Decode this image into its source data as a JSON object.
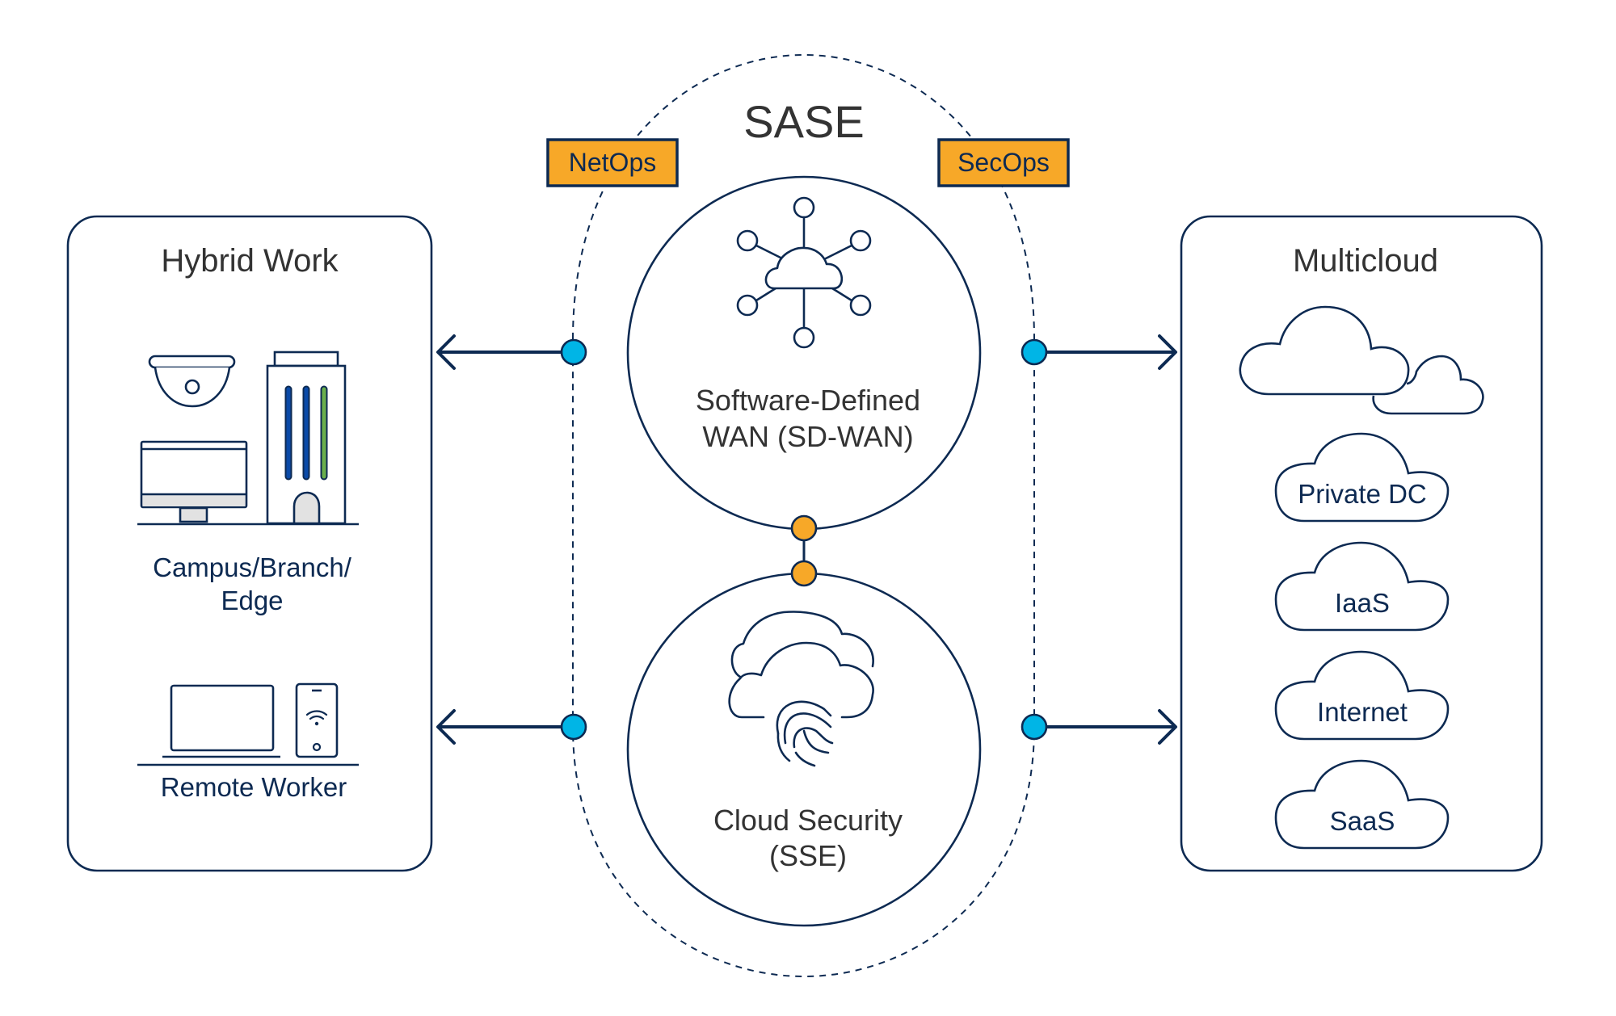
{
  "diagram": {
    "title": "SASE",
    "badges": {
      "netops": "NetOps",
      "secops": "SecOps"
    },
    "core": {
      "sdwan": {
        "line1": "Software-Defined",
        "line2": "WAN (SD-WAN)"
      },
      "sse": {
        "line1": "Cloud Security",
        "line2": "(SSE)"
      }
    },
    "hybrid_work": {
      "title": "Hybrid Work",
      "campus_label_line1": "Campus/Branch/",
      "campus_label_line2": "Edge",
      "remote_label": "Remote Worker"
    },
    "multicloud": {
      "title": "Multicloud",
      "clouds": [
        "Private DC",
        "IaaS",
        "Internet",
        "SaaS"
      ]
    },
    "colors": {
      "navy": "#0d2a52",
      "orange": "#f7a828",
      "cyan": "#00b5e6",
      "blue_stripe": "#0a4aa8",
      "green_stripe": "#6ab04c",
      "gray_fill": "#e2e2e2"
    }
  }
}
